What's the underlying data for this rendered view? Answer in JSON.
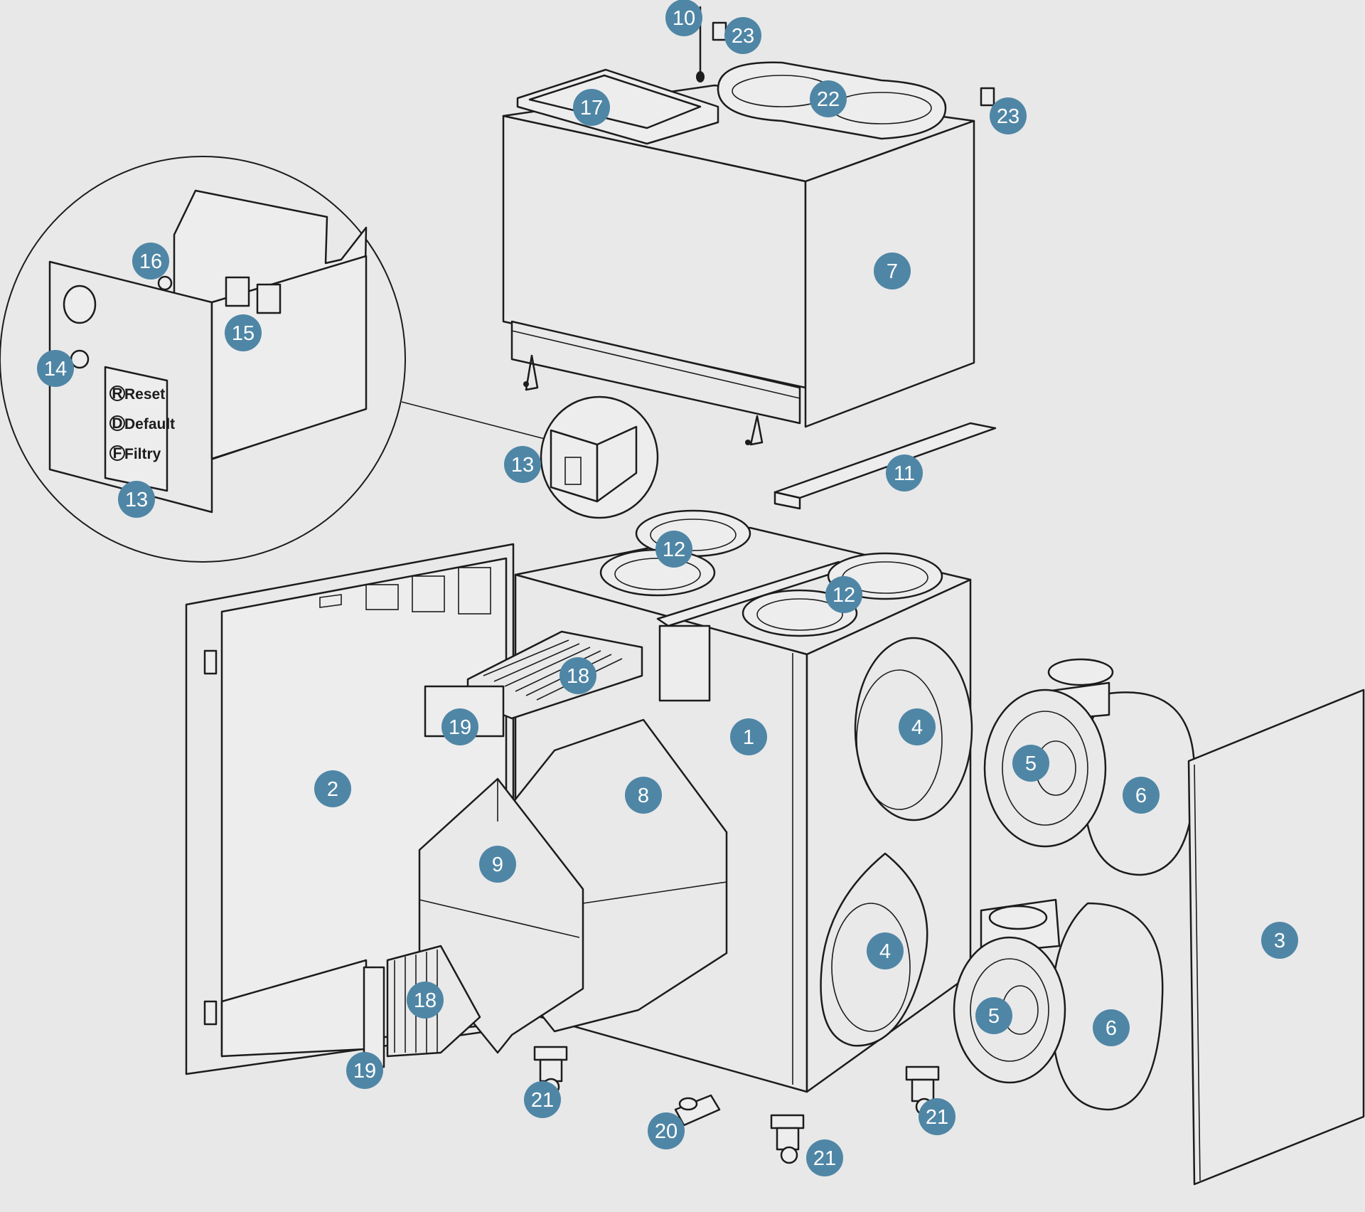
{
  "diagram": {
    "callout_color": "#4f86a6",
    "callouts": [
      {
        "id": "c1",
        "label": "1"
      },
      {
        "id": "c2",
        "label": "2"
      },
      {
        "id": "c3",
        "label": "3"
      },
      {
        "id": "c4a",
        "label": "4"
      },
      {
        "id": "c4b",
        "label": "4"
      },
      {
        "id": "c5a",
        "label": "5"
      },
      {
        "id": "c5b",
        "label": "5"
      },
      {
        "id": "c6a",
        "label": "6"
      },
      {
        "id": "c6b",
        "label": "6"
      },
      {
        "id": "c7",
        "label": "7"
      },
      {
        "id": "c8",
        "label": "8"
      },
      {
        "id": "c9",
        "label": "9"
      },
      {
        "id": "c10",
        "label": "10"
      },
      {
        "id": "c11",
        "label": "11"
      },
      {
        "id": "c12a",
        "label": "12"
      },
      {
        "id": "c12b",
        "label": "12"
      },
      {
        "id": "c13a",
        "label": "13"
      },
      {
        "id": "c13b",
        "label": "13"
      },
      {
        "id": "c14",
        "label": "14"
      },
      {
        "id": "c15",
        "label": "15"
      },
      {
        "id": "c16",
        "label": "16"
      },
      {
        "id": "c17",
        "label": "17"
      },
      {
        "id": "c18a",
        "label": "18"
      },
      {
        "id": "c18b",
        "label": "18"
      },
      {
        "id": "c19a",
        "label": "19"
      },
      {
        "id": "c19b",
        "label": "19"
      },
      {
        "id": "c20",
        "label": "20"
      },
      {
        "id": "c21a",
        "label": "21"
      },
      {
        "id": "c21b",
        "label": "21"
      },
      {
        "id": "c21c",
        "label": "21"
      },
      {
        "id": "c22",
        "label": "22"
      },
      {
        "id": "c23a",
        "label": "23"
      },
      {
        "id": "c23b",
        "label": "23"
      }
    ],
    "control_panel_labels": {
      "reset": "Reset",
      "reset_letter": "R",
      "default": "Default",
      "default_letter": "D",
      "filter": "Filtry",
      "filter_letter": "F"
    }
  }
}
